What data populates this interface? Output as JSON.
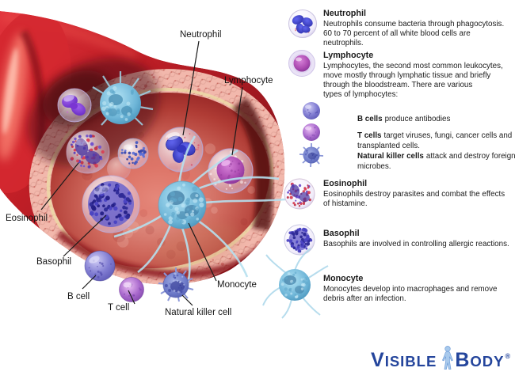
{
  "diagram": {
    "labels": {
      "neutrophil": "Neutrophil",
      "lymphocyte": "Lymphocyte",
      "eosinophil": "Eosinophil",
      "basophil": "Basophil",
      "b_cell": "B cell",
      "t_cell": "T cell",
      "natural_killer_cell": "Natural killer cell",
      "monocyte": "Monocyte"
    }
  },
  "legend": {
    "neutrophil": {
      "title": "Neutrophil",
      "description": [
        "Neutrophils consume bacteria through phagocytosis.",
        "60 to 70 percent of all white blood cells are neutrophils."
      ]
    },
    "lymphocyte": {
      "title": "Lymphocyte",
      "description": [
        "Lymphocytes, the second most common leukocytes,",
        "move mostly through lymphatic tissue and briefly",
        "through the bloodstream. There are various",
        "types of lymphocytes:"
      ]
    },
    "b_cells": {
      "label": "B cells",
      "text": [
        "produce antibodies"
      ]
    },
    "t_cells": {
      "label": "T cells",
      "text": [
        "target viruses, fungi, cancer cells and",
        "transplanted cells."
      ]
    },
    "nk_cells": {
      "label": "Natural killer cells",
      "text": [
        "attack and destroy foreign",
        "microbes."
      ]
    },
    "eosinophil": {
      "title": "Eosinophil",
      "description": [
        "Eosinophils destroy parasites and combat the effects",
        "of histamine."
      ]
    },
    "basophil": {
      "title": "Basophil",
      "description": [
        "Basophils are involved in controlling allergic reactions."
      ]
    },
    "monocyte": {
      "title": "Monocyte",
      "description": [
        "Monocytes develop into macrophages and remove",
        "debris after an infection."
      ]
    }
  },
  "logo": {
    "part1_initial": "V",
    "part1_rest": "isible",
    "part2_initial": "B",
    "part2_rest": "ody",
    "registered": "®"
  },
  "colors": {
    "vessel_red": "#c22027",
    "wall_pink": "#f2b8ac",
    "lumen_red": "#c2554c",
    "logo_blue": "#24459c",
    "figure_blue": "#a8c9ec",
    "text": "#1b1b1b"
  }
}
